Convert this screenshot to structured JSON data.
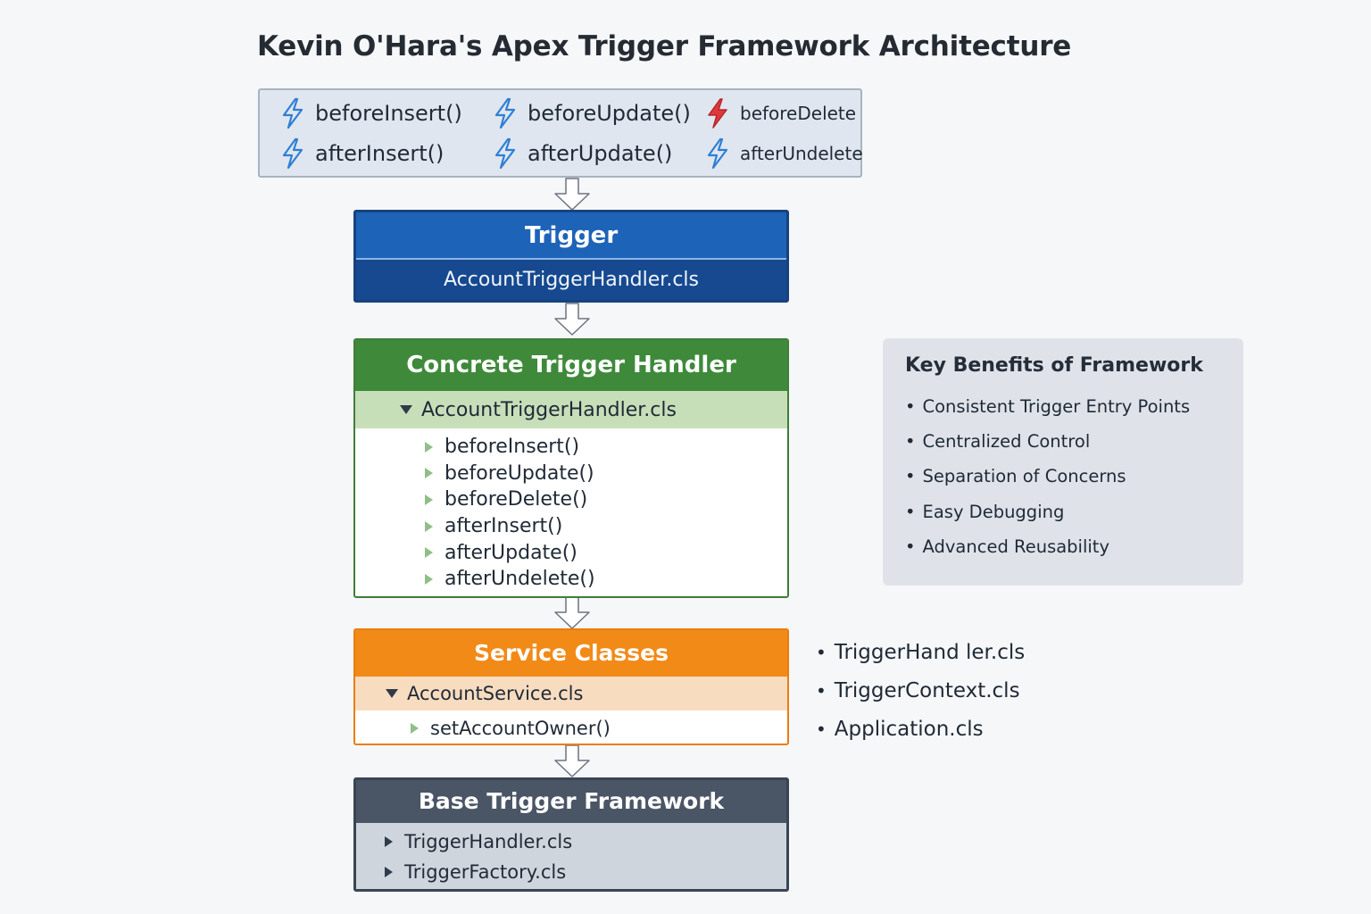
{
  "title": "Kevin O'Hara's Apex Trigger Framework Architecture",
  "events": {
    "items": [
      {
        "label": "beforeInsert()",
        "icon": "lightning-bolt-icon",
        "color": "#2f7fd3"
      },
      {
        "label": "beforeUpdate()",
        "icon": "lightning-bolt-icon",
        "color": "#2f7fd3"
      },
      {
        "label": "beforeDelete",
        "icon": "lightning-bolt-icon",
        "color": "#e0393c"
      },
      {
        "label": "afterInsert()",
        "icon": "lightning-bolt-icon",
        "color": "#2f7fd3"
      },
      {
        "label": "afterUpdate()",
        "icon": "lightning-bolt-icon",
        "color": "#2f7fd3"
      },
      {
        "label": "afterUndelete",
        "icon": "lightning-bolt-icon",
        "color": "#2f7fd3"
      }
    ]
  },
  "trigger": {
    "title": "Trigger",
    "file": "AccountTriggerHandler.cls",
    "color": "#1d63b8"
  },
  "concrete": {
    "title": "Concrete Trigger Handler",
    "file": "AccountTriggerHandler.cls",
    "methods": [
      "beforeInsert()",
      "beforeUpdate()",
      "beforeDelete()",
      "afterInsert()",
      "afterUpdate()",
      "afterUndelete()"
    ],
    "color": "#3e8a3a"
  },
  "service": {
    "title": "Service Classes",
    "file": "AccountService.cls",
    "methods": [
      "setAccountOwner()"
    ],
    "color": "#f28a17"
  },
  "base": {
    "title": "Base Trigger Framework",
    "files": [
      "TriggerHandler.cls",
      "TriggerFactory.cls"
    ],
    "color": "#4a5566"
  },
  "benefits": {
    "title": "Key Benefits of Framework",
    "items": [
      "Consistent Trigger Entry Points",
      "Centralized Control",
      "Separation of Concerns",
      "Easy Debugging",
      "Advanced Reusability"
    ]
  },
  "files": [
    "TriggerHand ler.cls",
    "TriggerContext.cls",
    "Application.cls"
  ]
}
